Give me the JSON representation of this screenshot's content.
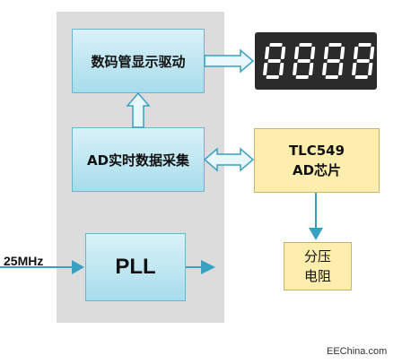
{
  "blocks": {
    "display_driver": "数码管显示驱动",
    "ad_acquisition": "AD实时数据采集",
    "pll": "PLL",
    "tlc_line1": "TLC549",
    "tlc_line2": "AD芯片",
    "resistor_line1": "分压",
    "resistor_line2": "电阻"
  },
  "input_clock": "25MHz",
  "seven_segment_digits": [
    "8",
    "8",
    "8",
    "8"
  ],
  "watermark": "EEChina.com",
  "colors": {
    "fpga_panel": "#dcdcdc",
    "block_fill": "#b8e2ef",
    "block_border": "#6bb6cf",
    "chip_fill": "#fdeeae",
    "arrow": "#3aa0c2",
    "display_bg": "#2b2b2b",
    "segment": "#ffffff"
  }
}
